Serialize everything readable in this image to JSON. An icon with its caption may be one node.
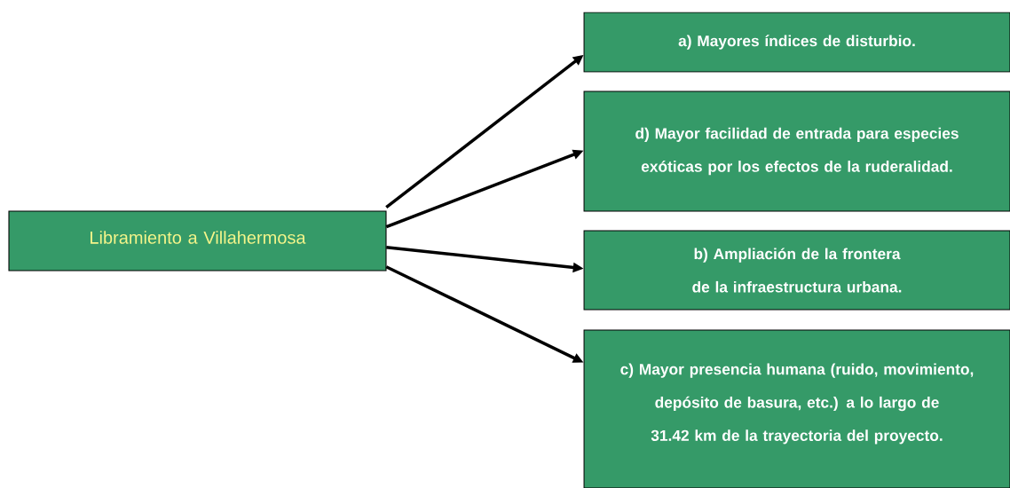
{
  "diagram": {
    "nodes": [
      {
        "text": [
          "Libramiento a Villahermosa"
        ]
      },
      {
        "text": [
          "a) Mayores índices de disturbio."
        ]
      },
      {
        "text": [
          "d) Mayor facilidad de entrada para especies exóticas por los efectos de la ruderalidad."
        ]
      },
      {
        "text": [
          "b) Ampliación de la frontera de la infraestructura urbana."
        ]
      },
      {
        "text": [
          "c) Mayor presencia humana (ruido, movimiento, depósito de basura, etc.) a lo largo de 31.42 km de la trayectoria del proyecto."
        ]
      }
    ],
    "edges": [
      {
        "from": 0,
        "to": 1,
        "arrow": "to"
      },
      {
        "from": 0,
        "to": 2,
        "arrow": "to"
      },
      {
        "from": 0,
        "to": 3,
        "arrow": "to"
      },
      {
        "from": 0,
        "to": 4,
        "arrow": "to"
      }
    ]
  }
}
